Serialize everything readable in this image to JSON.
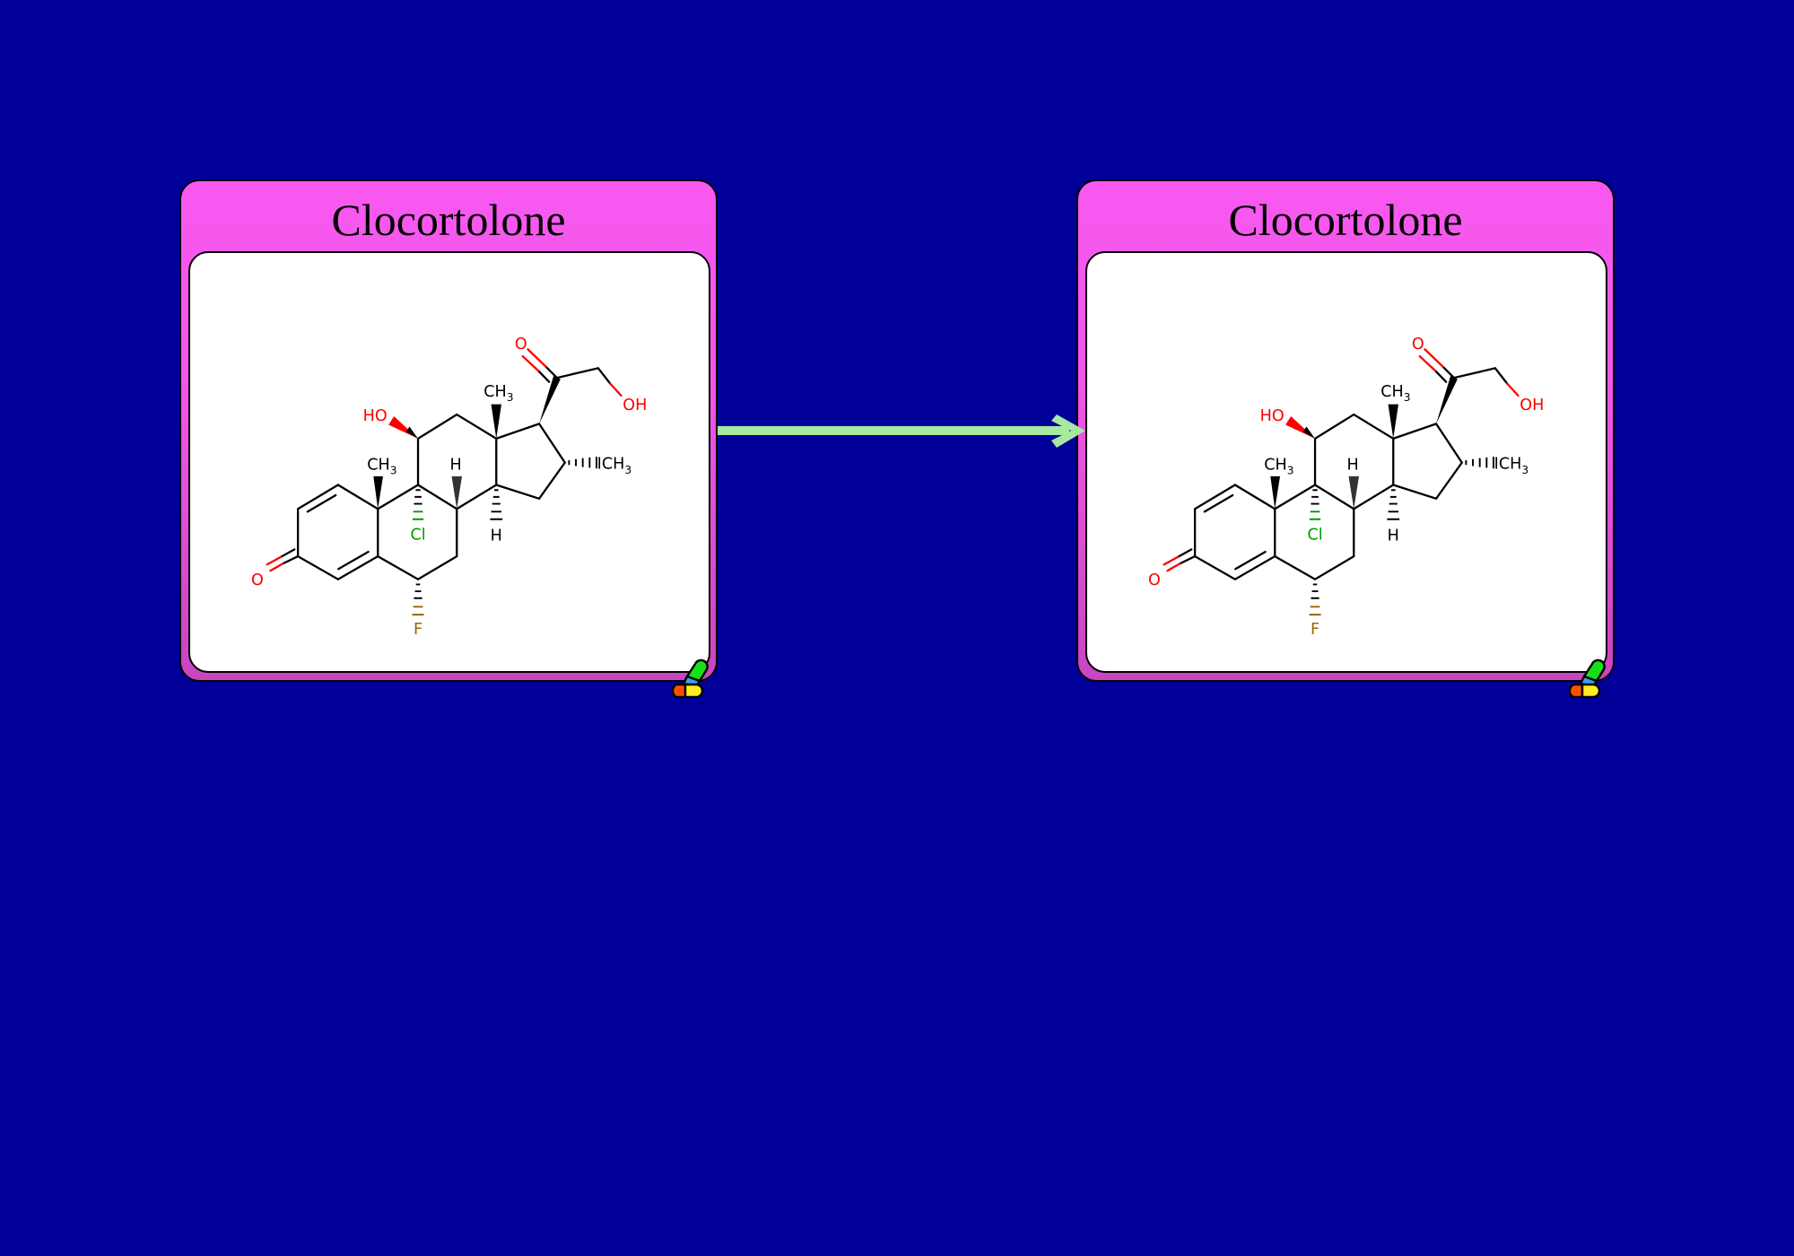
{
  "cards": [
    {
      "title": "Clocortolone",
      "labels": {
        "o3": "O",
        "ho": "HO",
        "ch3_10": "CH",
        "h8": "H",
        "cl": "Cl",
        "h14": "H",
        "f": "F",
        "ch3_13": "CH",
        "o20": "O",
        "oh21": "OH",
        "ch3_16": "ICH",
        "sub3": "3"
      }
    },
    {
      "title": "Clocortolone",
      "labels": {
        "o3": "O",
        "ho": "HO",
        "ch3_10": "CH",
        "h8": "H",
        "cl": "Cl",
        "h14": "H",
        "f": "F",
        "ch3_13": "CH",
        "o20": "O",
        "oh21": "OH",
        "ch3_16": "ICH",
        "sub3": "3"
      }
    }
  ],
  "colors": {
    "background": "#000099",
    "card": "#f858f0",
    "arrow": "#a6e8a0",
    "oxygen": "#ff0000",
    "chlorine": "#009900",
    "fluorine": "#996600"
  },
  "icons": [
    "pill-capsules-icon",
    "right-arrow-icon"
  ]
}
